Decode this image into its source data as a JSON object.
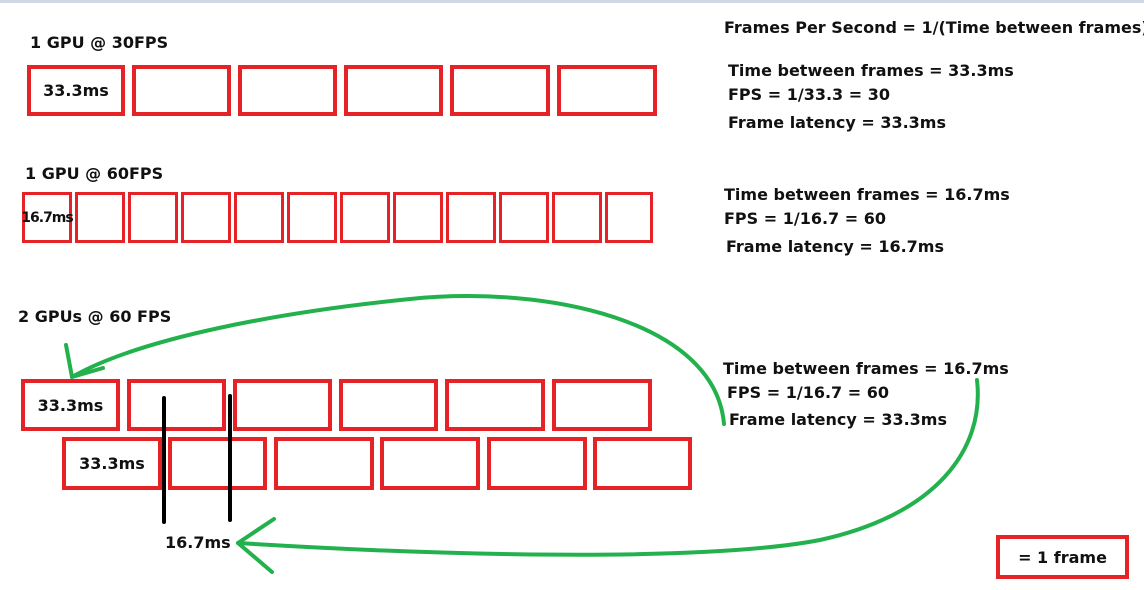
{
  "row1": {
    "title": "1 GPU @ 30FPS",
    "frame_label": "33.3ms"
  },
  "row2": {
    "title": "1 GPU @ 60FPS",
    "frame_label": "16.7ms"
  },
  "row3": {
    "title": "2 GPUs @ 60 FPS",
    "gpu1_frame_label": "33.3ms",
    "gpu2_frame_label": "33.3ms",
    "interval_label": "16.7ms"
  },
  "formula": "Frames Per Second = 1/(Time between frames)",
  "info1": {
    "time": "Time between frames = 33.3ms",
    "fps": "FPS = 1/33.3 = 30",
    "latency": "Frame latency = 33.3ms"
  },
  "info2": {
    "time": "Time between frames = 16.7ms",
    "fps": "FPS = 1/16.7 = 60",
    "latency": "Frame latency = 16.7ms"
  },
  "info3": {
    "time": "Time between frames = 16.7ms",
    "fps": "FPS = 1/16.7 = 60",
    "latency": "Frame latency = 33.3ms"
  },
  "legend": {
    "label": "= 1 frame"
  },
  "colors": {
    "frame_border": "#e52226",
    "arrow": "#22b14c",
    "divider": "#000000"
  }
}
